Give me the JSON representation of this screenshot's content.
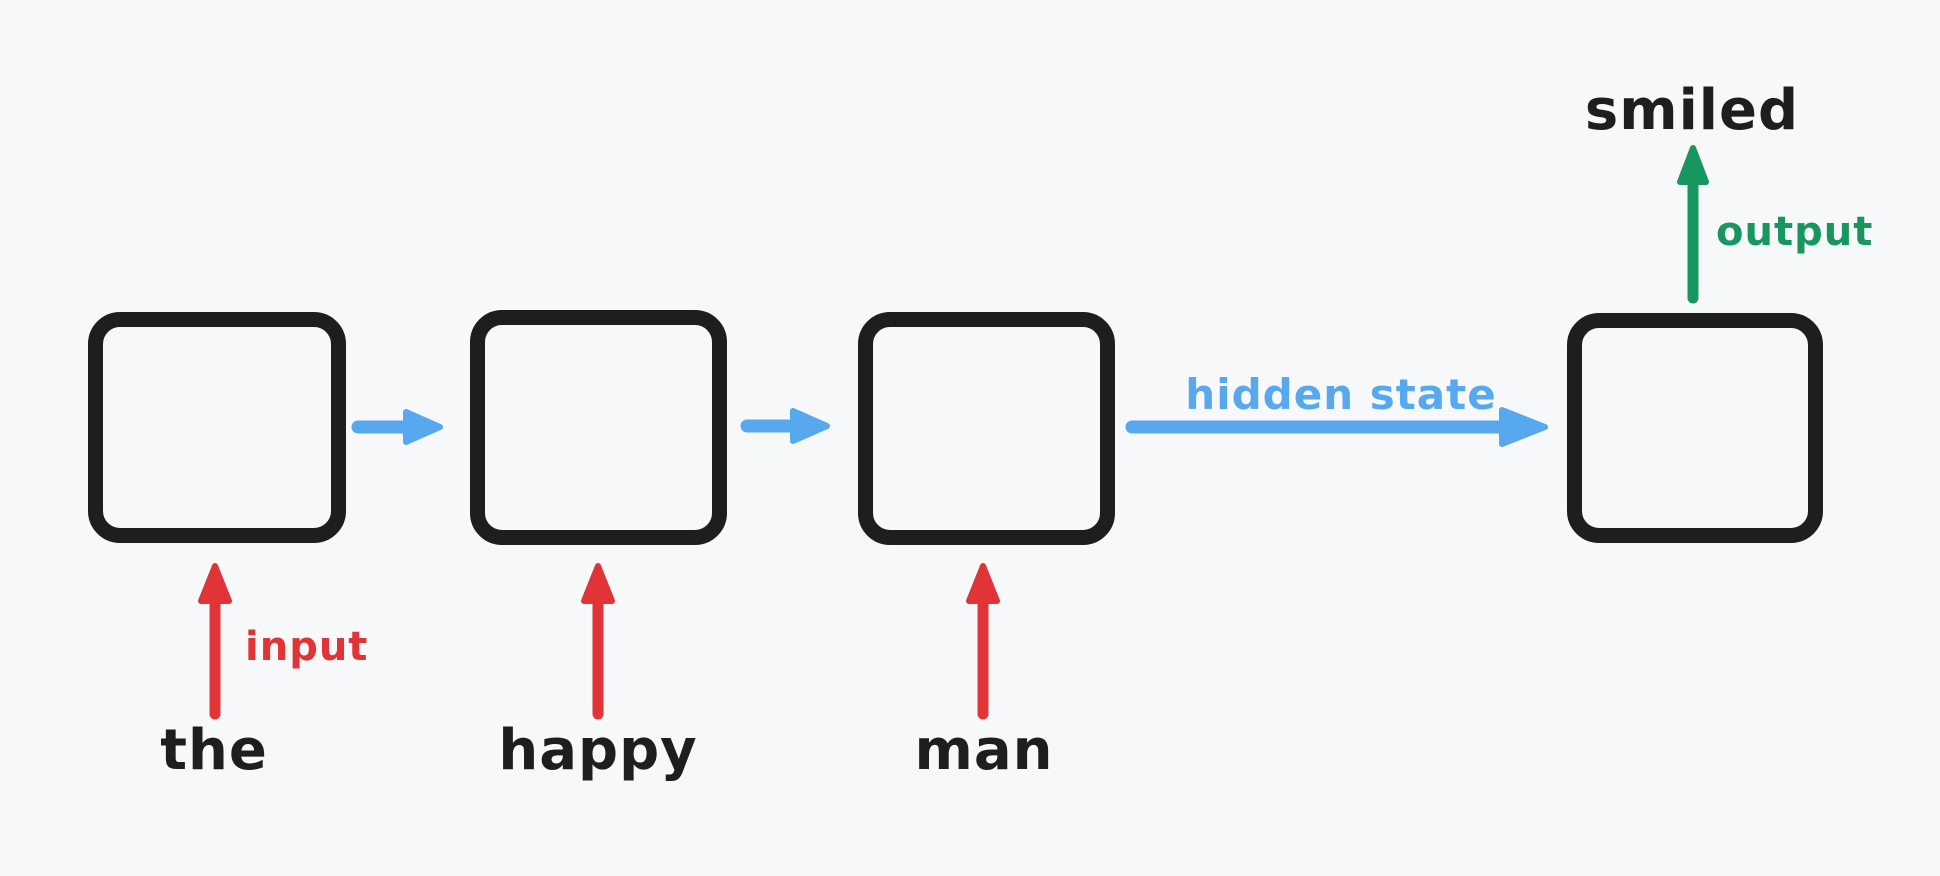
{
  "sequence": {
    "inputs": [
      "the",
      "happy",
      "man"
    ],
    "output": "smiled"
  },
  "annotations": {
    "input_arrow_label": "input",
    "output_arrow_label": "output",
    "hidden_state_label": "hidden state"
  },
  "colors": {
    "background": "#f7f8fa",
    "ink": "#1e1e1e",
    "input_red": "#e03436",
    "hidden_blue": "#57a8ef",
    "output_green": "#17965f"
  }
}
